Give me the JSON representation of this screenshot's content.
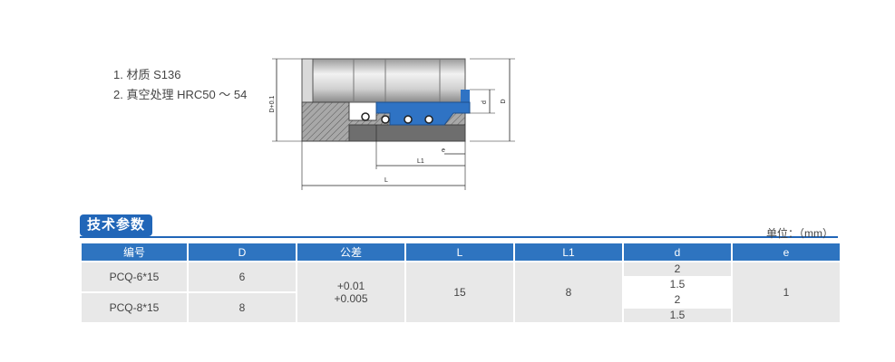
{
  "notes": [
    "1. 材质 S136",
    "2. 真空处理 HRC50 ～ 54"
  ],
  "drawing": {
    "dim_D_phi": "D+0.1",
    "dim_D": "D",
    "dim_d": "d",
    "dim_e": "e",
    "dim_L1": "L1",
    "dim_L": "L",
    "colors": {
      "body": "#6e6e6e",
      "hatch_light": "#bfbfbf",
      "insert": "#2f73c4",
      "cap": "#b5b5b5"
    }
  },
  "section_title": "技术参数",
  "unit_label": "单位：（mm）",
  "table": {
    "headers": [
      "编号",
      "D",
      "公差",
      "L",
      "L1",
      "d",
      "e"
    ],
    "rows": [
      {
        "code": "PCQ-6*15",
        "D": "6"
      },
      {
        "code": "PCQ-8*15",
        "D": "8"
      }
    ],
    "tolerance_upper": "+0.01",
    "tolerance_lower": "+0.005",
    "L": "15",
    "L1": "8",
    "d_values": [
      "2",
      "1.5",
      "2",
      "1.5"
    ],
    "e": "1"
  },
  "colors": {
    "header_bg": "#2e74c0",
    "title_bg": "#2166b8",
    "cell_bg": "#e8e8e8"
  }
}
